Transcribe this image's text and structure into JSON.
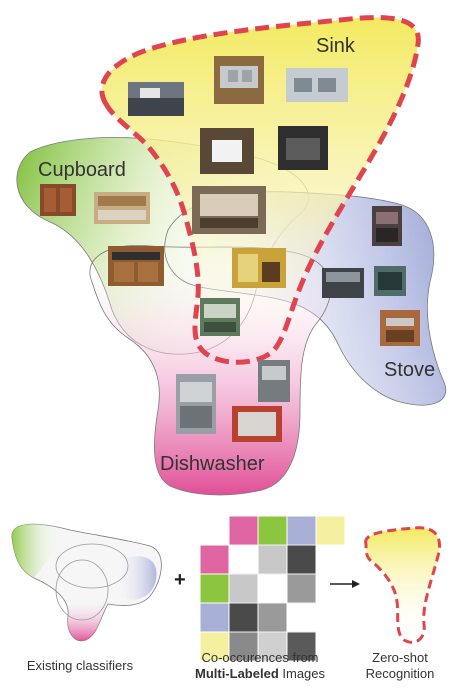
{
  "labels": {
    "sink": "Sink",
    "cupboard": "Cupboard",
    "stove": "Stove",
    "dishwasher": "Dishwasher"
  },
  "operators": {
    "plus": "+",
    "arrow": "→"
  },
  "captions": {
    "existing": "Existing classifiers",
    "cooc_line1": "Co-occurences from",
    "cooc_bold": "Multi-Labeled",
    "cooc_rest": " Images",
    "zeroshot_line1": "Zero-shot",
    "zeroshot_line2": "Recognition"
  },
  "matrix": {
    "row_colors": [
      "#e066a3",
      "#8cc63f",
      "#a9b0d8",
      "#f5f0a0"
    ],
    "col_colors": [
      "#e066a3",
      "#8cc63f",
      "#a9b0d8",
      "#f5f0a0"
    ],
    "cells": [
      [
        "#ffffff",
        "#c8c8c8",
        "#4a4a4a"
      ],
      [
        "#c8c8c8",
        "#ffffff",
        "#9a9a9a"
      ],
      [
        "#4a4a4a",
        "#9a9a9a",
        "#ffffff"
      ],
      [
        "#8a8a8a",
        "#d0d0d0",
        "#5a5a5a"
      ]
    ]
  },
  "colors": {
    "sink": "#f6ee7a",
    "cupboard": "#8cc63f",
    "stove": "#a9b0d8",
    "dishwasher": "#e0559a",
    "dashed": "#e0454f"
  }
}
